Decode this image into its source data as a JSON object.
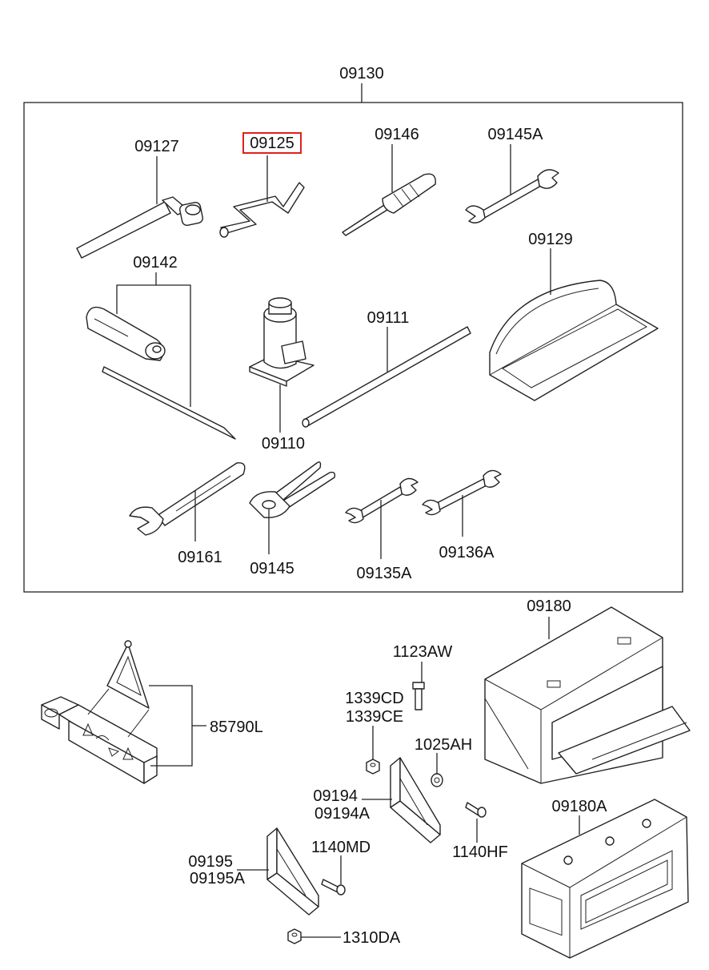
{
  "diagram": {
    "kit_label": "09130",
    "highlighted_part": "09125",
    "labels": {
      "p09127": "09127",
      "p09125": "09125",
      "p09146": "09146",
      "p09145A": "09145A",
      "p09142": "09142",
      "p09129": "09129",
      "p09111": "09111",
      "p09110": "09110",
      "p09161": "09161",
      "p09145": "09145",
      "p09135A": "09135A",
      "p09136A": "09136A",
      "p09180": "09180",
      "p1123AW": "1123AW",
      "p1339CD": "1339CD",
      "p1339CE": "1339CE",
      "p1025AH": "1025AH",
      "p85790L": "85790L",
      "p09194": "09194",
      "p09194A": "09194A",
      "p1140HF": "1140HF",
      "p09180A": "09180A",
      "p1140MD": "1140MD",
      "p09195": "09195",
      "p09195A": "09195A",
      "p1310DA": "1310DA"
    }
  }
}
